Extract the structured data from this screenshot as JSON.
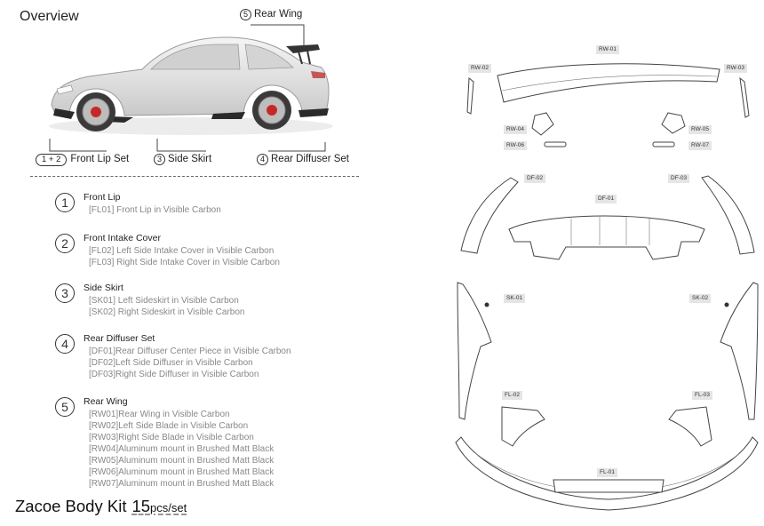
{
  "page": {
    "title": "Overview"
  },
  "callouts": {
    "rear_wing": {
      "num": "5",
      "label": "Rear Wing"
    },
    "front_lip": {
      "num": "1 + 2",
      "label": "Front Lip Set"
    },
    "side_skirt": {
      "num": "3",
      "label": "Side Skirt"
    },
    "rear_diffuser": {
      "num": "4",
      "label": "Rear Diffuser Set"
    }
  },
  "sections": [
    {
      "num": "1",
      "title": "Front Lip",
      "items": [
        "[FL01] Front Lip in Visible Carbon"
      ]
    },
    {
      "num": "2",
      "title": "Front Intake Cover",
      "items": [
        "[FL02] Left Side Intake Cover in Visible Carbon",
        "[FL03] Right Side Intake Cover in Visible Carbon"
      ]
    },
    {
      "num": "3",
      "title": "Side Skirt",
      "items": [
        "[SK01] Left Sideskirt in Visible Carbon",
        "[SK02] Right Sideskirt in Visible Carbon"
      ]
    },
    {
      "num": "4",
      "title": "Rear Diffuser Set",
      "items": [
        "[DF01]Rear Diffuser Center Piece in Visible Carbon",
        "[DF02]Left Side Diffuser in Visible Carbon",
        "[DF03]Right Side Diffuser in Visible Carbon"
      ]
    },
    {
      "num": "5",
      "title": "Rear Wing",
      "items": [
        "[RW01]Rear Wing in Visible Carbon",
        "[RW02]Left Side Blade in Visible Carbon",
        "[RW03]Right Side Blade in Visible Carbon",
        "[RW04]Aluminum mount in Brushed Matt Black",
        "[RW05]Aluminum mount in Brushed Matt Black",
        "[RW06]Aluminum mount in Brushed Matt Black",
        "[RW07]Aluminum mount in Brushed Matt Black"
      ]
    }
  ],
  "footer": {
    "name": "Zacoe Body Kit",
    "qty": "15",
    "unit": "pcs/set"
  },
  "part_labels": {
    "rw01": "RW-01",
    "rw02": "RW-02",
    "rw03": "RW-03",
    "rw04": "RW-04",
    "rw05": "RW-05",
    "rw06": "RW-06",
    "rw07": "RW-07",
    "df01": "DF-01",
    "df02": "DF-02",
    "df03": "DF-03",
    "sk01": "SK-01",
    "sk02": "SK-02",
    "fl01": "FL-01",
    "fl02": "FL-02",
    "fl03": "FL-03"
  }
}
